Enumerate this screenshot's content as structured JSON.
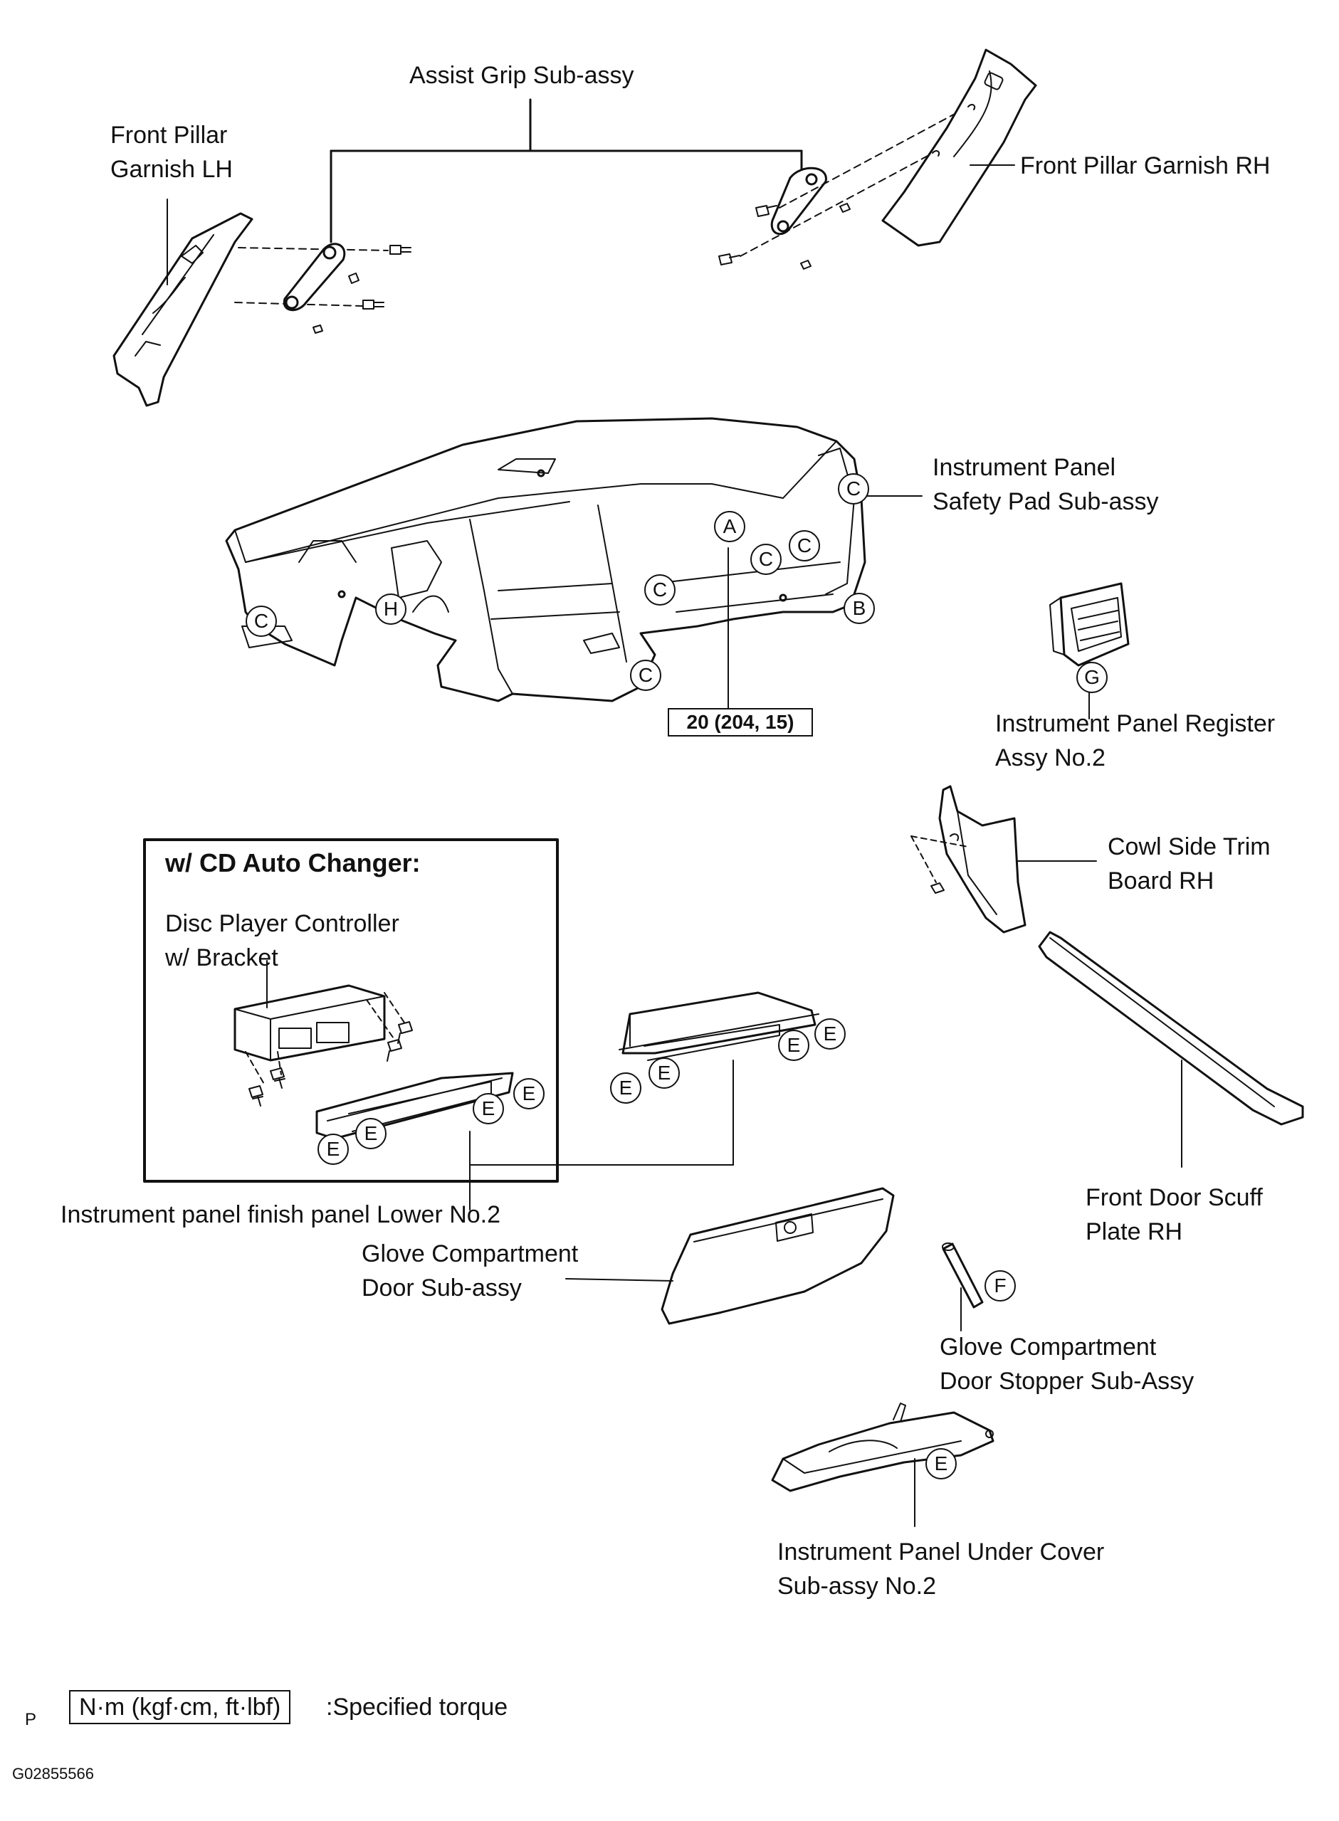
{
  "labels": {
    "assist_grip": "Assist Grip Sub-assy",
    "front_pillar_lh": [
      "Front Pillar",
      "Garnish LH"
    ],
    "front_pillar_rh": "Front Pillar Garnish RH",
    "safety_pad": [
      "Instrument Panel",
      "Safety Pad Sub-assy"
    ],
    "register": [
      "Instrument Panel Register",
      "Assy No.2"
    ],
    "cowl_trim": [
      "Cowl Side Trim",
      "Board RH"
    ],
    "disc_player": [
      "Disc Player Controller",
      "w/ Bracket"
    ],
    "finish_panel": "Instrument panel finish panel Lower No.2",
    "glove_door": [
      "Glove Compartment",
      "Door  Sub-assy"
    ],
    "scuff_plate": [
      "Front Door Scuff",
      "Plate RH"
    ],
    "glove_stopper": [
      "Glove Compartment",
      "Door Stopper Sub-Assy"
    ],
    "under_cover": [
      "Instrument Panel Under Cover",
      "Sub-assy  No.2"
    ]
  },
  "inset_title": "w/ CD Auto Changer:",
  "torque_value": "20 (204, 15)",
  "callouts": {
    "A": "A",
    "B": "B",
    "C": "C",
    "E": "E",
    "F": "F",
    "G": "G",
    "H": "H"
  },
  "legend": {
    "box_text": "N·m (kgf·cm, ft·lbf)",
    "description": ":Specified torque",
    "prefix": "P"
  },
  "figure_code": "G02855566"
}
